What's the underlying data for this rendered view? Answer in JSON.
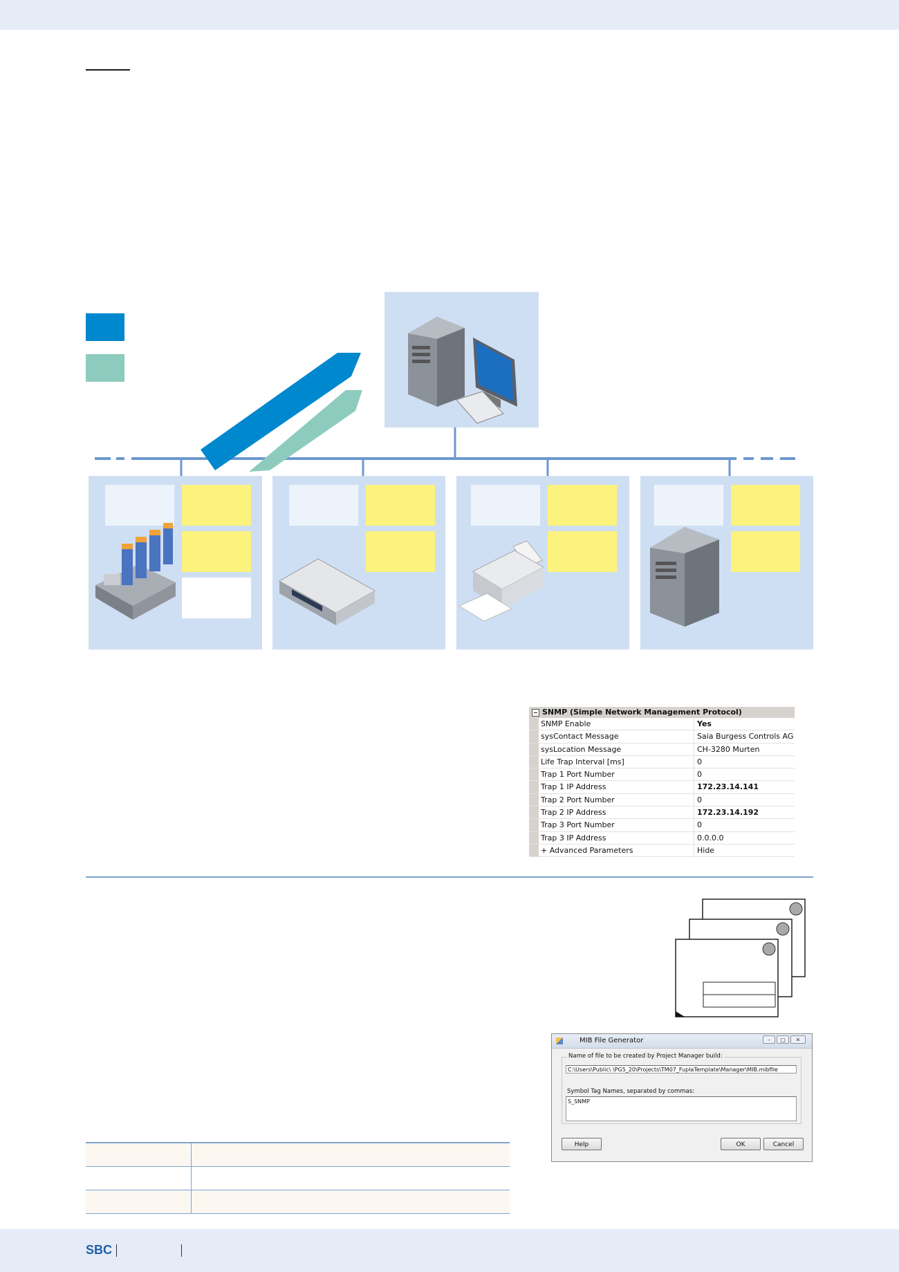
{
  "colors": {
    "band": "#e5ebf7",
    "snmp_arrow": "#0088cf",
    "trap_arrow": "#8ecbbf",
    "device_box": "#cfdff3",
    "label_box": "#edf3fb",
    "note_box": "#fcf27e",
    "rule": "#7da3d0",
    "brand": "#1e5fa9"
  },
  "snmp_grid": {
    "header": "SNMP (Simple Network Management Protocol)",
    "rows": [
      {
        "name": "SNMP Enable",
        "value": "Yes",
        "bold": true
      },
      {
        "name": "sysContact Message",
        "value": "Saia Burgess Controls AG",
        "bold": false
      },
      {
        "name": "sysLocation Message",
        "value": "CH-3280 Murten",
        "bold": false
      },
      {
        "name": "Life Trap Interval [ms]",
        "value": "0",
        "bold": false
      },
      {
        "name": "Trap 1 Port Number",
        "value": "0",
        "bold": false
      },
      {
        "name": "Trap 1 IP Address",
        "value": "172.23.14.141",
        "bold": true
      },
      {
        "name": "Trap 2 Port Number",
        "value": "0",
        "bold": false
      },
      {
        "name": "Trap 2 IP Address",
        "value": "172.23.14.192",
        "bold": true
      },
      {
        "name": "Trap 3 Port Number",
        "value": "0",
        "bold": false
      },
      {
        "name": "Trap 3 IP Address",
        "value": "0.0.0.0",
        "bold": false
      },
      {
        "name": "+ Advanced Parameters",
        "value": "Hide",
        "bold": false
      }
    ]
  },
  "mib_dialog": {
    "title": "MIB File Generator",
    "group_label": "Name of file to be created by Project Manager build:",
    "file_path": "C:\\Users\\Public\\                \\PG5_20\\Projects\\TM07_FuplaTemplate\\Manager\\MIB.mibfile",
    "tags_label": "Symbol Tag Names, separated by commas:",
    "tags_value": "S_SNMP",
    "help_label": "Help",
    "ok_label": "OK",
    "cancel_label": "Cancel",
    "minimize_icon": "minimize-icon",
    "maximize_icon": "maximize-icon",
    "close_icon": "close-icon"
  },
  "footer": {
    "brand": "SBC"
  }
}
